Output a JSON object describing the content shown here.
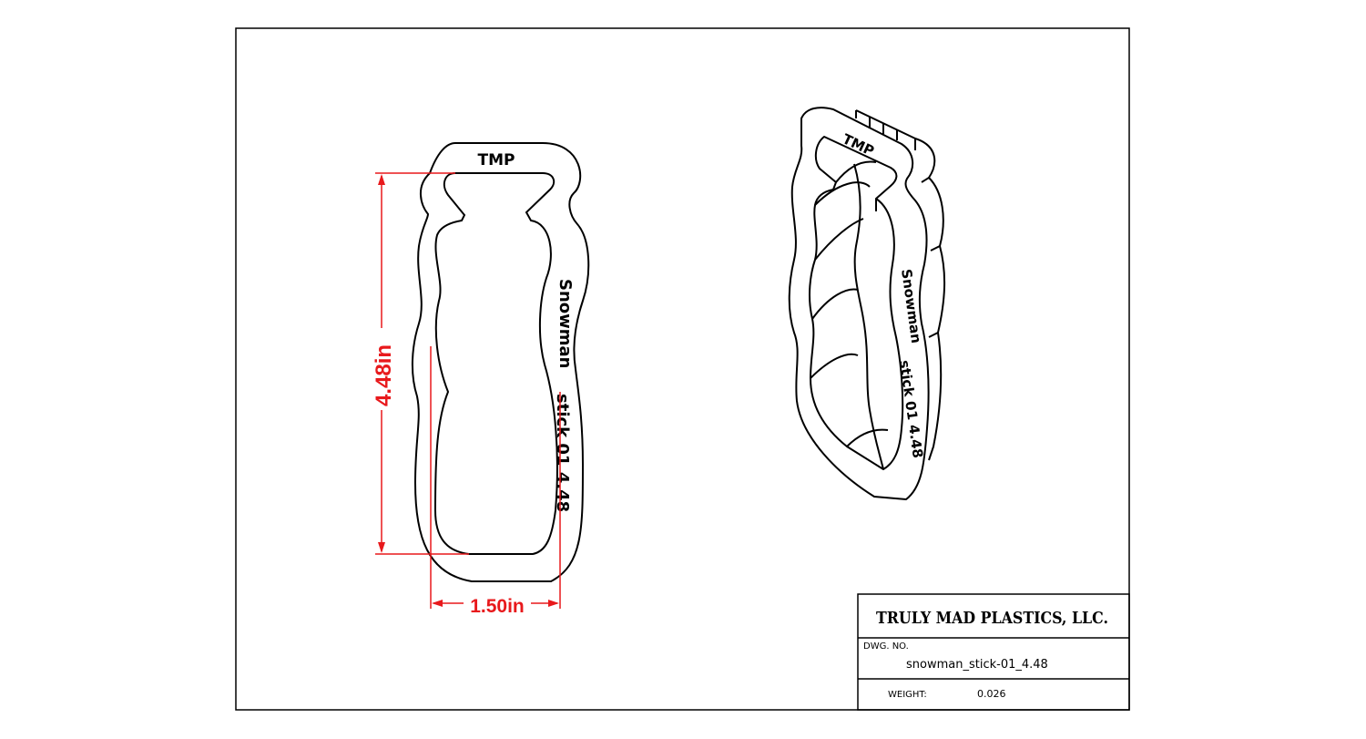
{
  "drawing": {
    "front_view": {
      "top_label": "TMP",
      "side_label_line1": "Snowman",
      "side_label_line2": "stick 01 4.48"
    },
    "iso_view": {
      "top_label": "TMP",
      "side_label_line1": "Snowman",
      "side_label_line2": "stick 01 4.48"
    },
    "dimensions": {
      "height_label": "4.48in",
      "width_label": "1.50in",
      "color": "#e8191c"
    }
  },
  "title_block": {
    "company": "TRULY MAD PLASTICS, LLC.",
    "dwg_no_label": "DWG. NO.",
    "dwg_no_value": "snowman_stick-01_4.48",
    "weight_label": "WEIGHT:",
    "weight_value": "0.026"
  }
}
